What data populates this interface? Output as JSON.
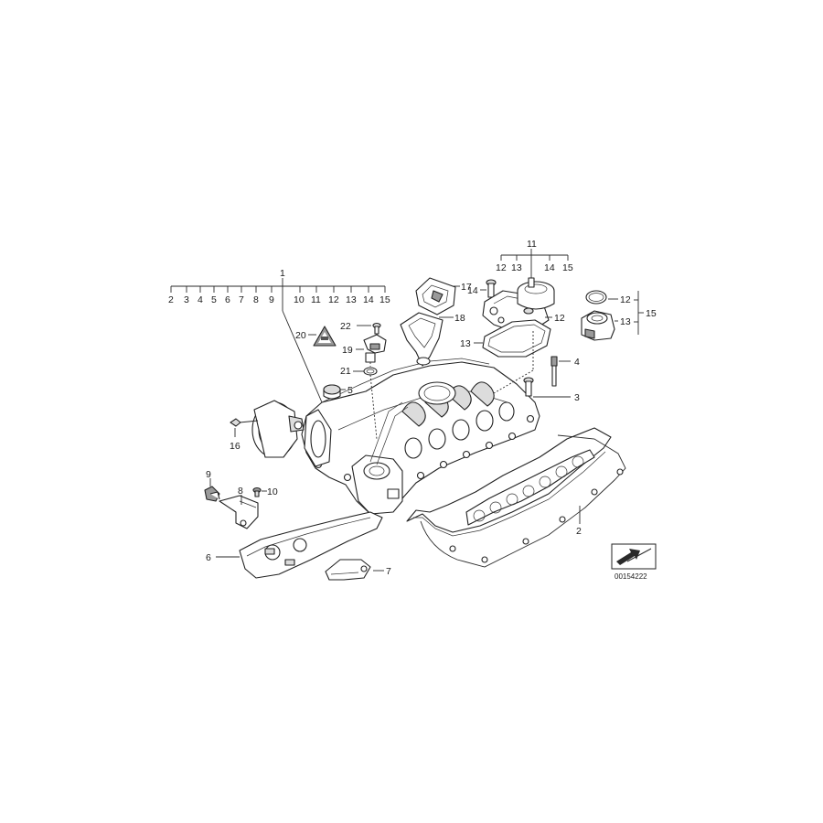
{
  "callouts": {
    "c1": "1",
    "c2_top": "2",
    "c3_top": "3",
    "c4_top": "4",
    "c5_top": "5",
    "c6_top": "6",
    "c7_top": "7",
    "c8_top": "8",
    "c9_top": "9",
    "c10_top": "10",
    "c11_top": "11",
    "c12_top": "12",
    "c13_top": "13",
    "c14_top": "14",
    "c15_top": "15",
    "c11_head": "11",
    "c12_head": "12",
    "c13_head": "13",
    "c14_head": "14",
    "c15_head": "15",
    "c17": "17",
    "c14_bolt": "14",
    "c18": "18",
    "c12_gasket": "12",
    "c13_gasket": "13",
    "c22": "22",
    "c20": "20",
    "c19": "19",
    "c21": "21",
    "c5": "5",
    "c4": "4",
    "c3": "3",
    "c12_right": "12",
    "c13_right": "13",
    "c15_right": "15",
    "c16": "16",
    "c9": "9",
    "c8": "8",
    "c10": "10",
    "c6": "6",
    "c7": "7",
    "c2": "2"
  },
  "reference_number": "00154222"
}
